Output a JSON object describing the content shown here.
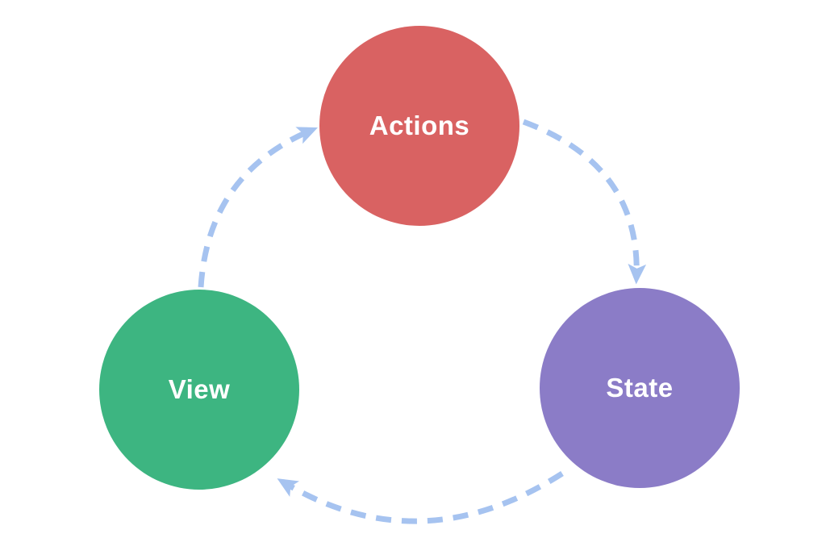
{
  "diagram": {
    "type": "cycle",
    "background_color": "#ffffff",
    "label_text_color": "#ffffff",
    "arrow_color": "#a6c3f0",
    "arrow_style": "dashed",
    "nodes": [
      {
        "id": "actions",
        "label": "Actions",
        "shape": "circle",
        "color": "#d96262",
        "position": "top-center"
      },
      {
        "id": "state",
        "label": "State",
        "shape": "circle",
        "color": "#8b7cc7",
        "position": "bottom-right"
      },
      {
        "id": "view",
        "label": "View",
        "shape": "circle",
        "color": "#3db581",
        "position": "bottom-left"
      }
    ],
    "edges": [
      {
        "from": "actions",
        "to": "state"
      },
      {
        "from": "state",
        "to": "view"
      },
      {
        "from": "view",
        "to": "actions"
      }
    ]
  }
}
